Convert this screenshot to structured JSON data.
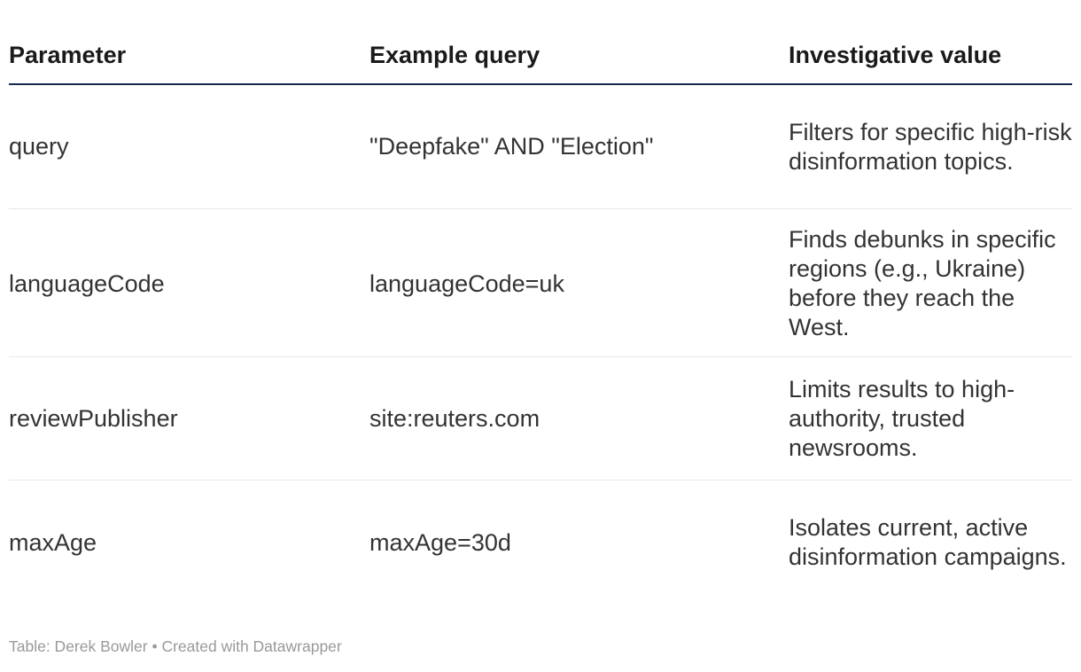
{
  "chart_data": {
    "type": "table",
    "columns": [
      "Parameter",
      "Example query",
      "Investigative value"
    ],
    "rows": [
      [
        "query",
        "\"Deepfake\" AND \"Election\"",
        "Filters for specific high-risk disinformation topics."
      ],
      [
        "languageCode",
        "languageCode=uk",
        "Finds debunks in specific regions (e.g., Ukraine) before they reach the West."
      ],
      [
        "reviewPublisher",
        "site:reuters.com",
        "Limits results to high-authority, trusted newsrooms."
      ],
      [
        "maxAge",
        "maxAge=30d",
        "Isolates current, active disinformation campaigns."
      ]
    ],
    "legend_position": "none",
    "grid": "horizontal-row-dividers"
  },
  "footer": {
    "credit": "Table: Derek Bowler • Created with Datawrapper"
  },
  "colors": {
    "background": "#ffffff",
    "header_text": "#1a1a1a",
    "header_rule": "#152a4d",
    "body_text": "#333333",
    "row_divider": "#e8e8e8",
    "credit_text": "#999999"
  }
}
